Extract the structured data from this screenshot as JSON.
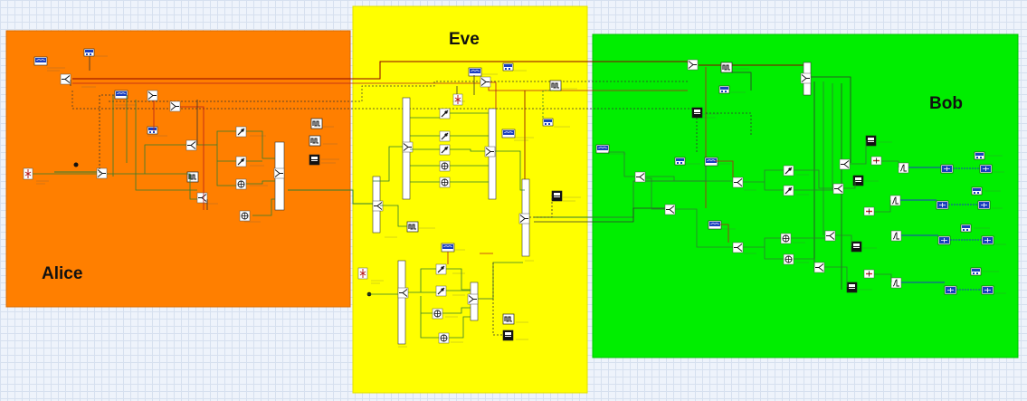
{
  "regions": [
    {
      "id": "alice",
      "label": "Alice",
      "color": "#ff7f00"
    },
    {
      "id": "eve",
      "label": "Eve",
      "color": "#ffff00"
    },
    {
      "id": "bob",
      "label": "Bob",
      "color": "#00ee00"
    }
  ],
  "colors": {
    "wire_green": "#2e7d32",
    "wire_red": "#b71c1c",
    "wire_dark": "#333333",
    "block_blue": "#1a3fbf",
    "block_black": "#111111"
  },
  "icons": [
    "laser-block-icon",
    "sequence-generator-icon",
    "scope-icon",
    "splitter-icon",
    "combiner-icon",
    "phase-modulator-icon",
    "polarizer-icon",
    "detector-icon",
    "bus-bar-icon",
    "electrical-analyzer-icon",
    "filter-icon",
    "switch-icon"
  ]
}
